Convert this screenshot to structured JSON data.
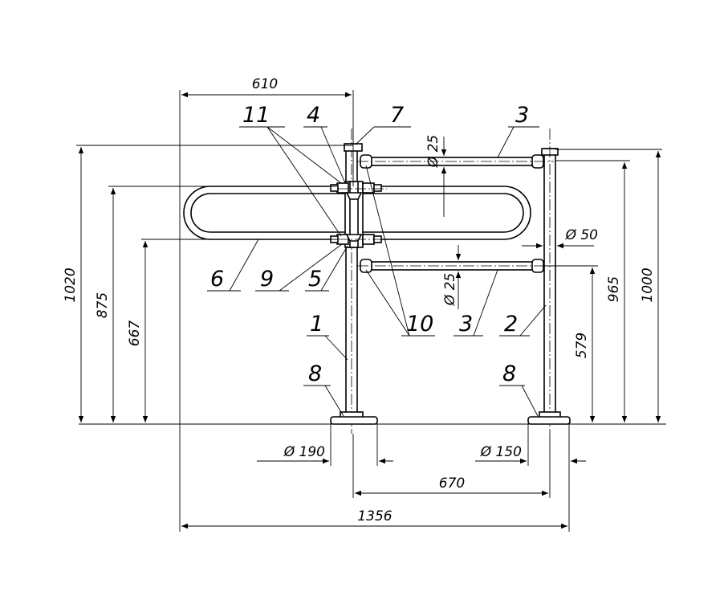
{
  "dimensions": {
    "width_610": "610",
    "diam_25_top": "Ø 25",
    "diam_25_bottom": "Ø 25",
    "diam_50": "Ø 50",
    "height_1020": "1020",
    "height_875": "875",
    "height_667": "667",
    "height_965": "965",
    "height_1000": "1000",
    "height_579": "579",
    "base_diam_190": "Ø 190",
    "base_diam_150": "Ø 150",
    "spacing_670": "670",
    "overall_1356": "1356"
  },
  "callouts": {
    "c11": "11",
    "c4": "4",
    "c7": "7",
    "c3_top": "3",
    "c6": "6",
    "c9": "9",
    "c5": "5",
    "c1": "1",
    "c10": "10",
    "c3_bottom": "3",
    "c2": "2",
    "c8_left": "8",
    "c8_right": "8"
  }
}
